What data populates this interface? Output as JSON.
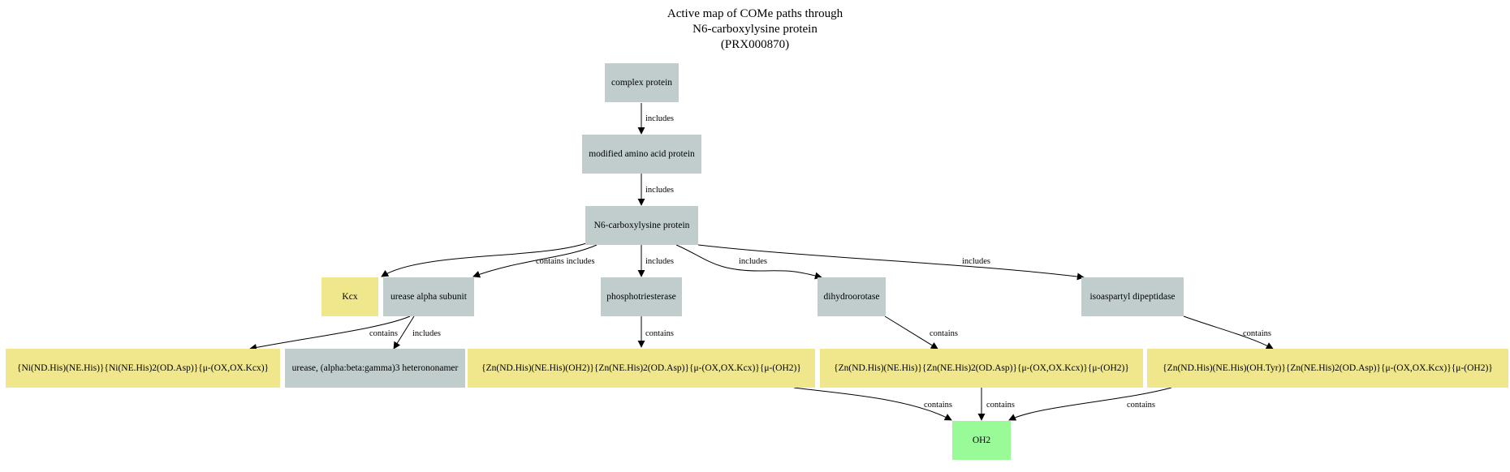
{
  "title": {
    "line1": "Active map of COMe paths through",
    "line2": "N6-carboxylysine protein",
    "line3": "(PRX000870)"
  },
  "colors": {
    "grey_node": "#c1cdcd",
    "yellow_node": "#f0e68c",
    "green_node": "#98fb98"
  },
  "nodes": {
    "complex_protein": "complex protein",
    "modified_amino_acid_protein": "modified amino acid protein",
    "n6_carboxylysine_protein": "N6-carboxylysine protein",
    "kcx": "Kcx",
    "urease_alpha_subunit": "urease alpha subunit",
    "phosphotriesterase": "phosphotriesterase",
    "dihydroorotase": "dihydroorotase",
    "isoaspartyl_dipeptidase": "isoaspartyl dipeptidase",
    "ni_site": "{Ni(ND.His)(NE.His)}{Ni(NE.His)2(OD.Asp)}{μ-(OX,OX.Kcx)}",
    "urease_heteromer": "urease, (alpha:beta:gamma)3 heterononamer",
    "zn_site_pte": "{Zn(ND.His)(NE.His)(OH2)}{Zn(NE.His)2(OD.Asp)}{μ-(OX,OX.Kcx)}{μ-(OH2)}",
    "zn_site_dho": "{Zn(ND.His)(NE.His)}{Zn(NE.His)2(OD.Asp)}{μ-(OX,OX.Kcx)}{μ-(OH2)}",
    "zn_site_iad": "{Zn(ND.His)(NE.His)(OH.Tyr)}{Zn(NE.His)2(OD.Asp)}{μ-(OX,OX.Kcx)}{μ-(OH2)}",
    "oh2": "OH2"
  },
  "edge_labels": {
    "complex_to_modified": "includes",
    "modified_to_n6": "includes",
    "n6_to_kcx_urease": "contains includes",
    "n6_to_pte": "includes",
    "n6_to_dho": "includes",
    "n6_to_iad": "includes",
    "urease_to_ni": "contains",
    "urease_to_heteromer": "includes",
    "pte_to_site": "contains",
    "dho_to_site": "contains",
    "iad_to_site": "contains",
    "pte_site_to_oh2": "contains",
    "dho_site_to_oh2": "contains",
    "iad_site_to_oh2": "contains"
  }
}
